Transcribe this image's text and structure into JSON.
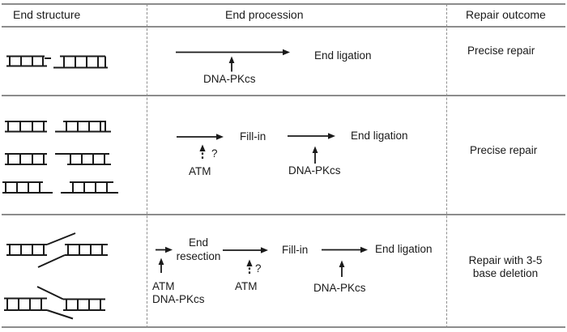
{
  "columns": {
    "end_structure": "End structure",
    "end_procession": "End procession",
    "repair_outcome": "Repair outcome"
  },
  "row1": {
    "structure_icon": "blunt-ended-dna-break",
    "end_ligation": "End ligation",
    "dna_pkcs": "DNA-PKcs",
    "outcome": "Precise repair"
  },
  "row2": {
    "structure_icon": "short-overhang-dna-breaks",
    "fill_in": "Fill-in",
    "question_mark": "?",
    "atm": "ATM",
    "end_ligation": "End ligation",
    "dna_pkcs": "DNA-PKcs",
    "outcome": "Precise repair"
  },
  "row3": {
    "structure_icon": "long-overhang-dna-breaks",
    "end_resection": "End resection",
    "atm_1": "ATM",
    "dna_pkcs_1": "DNA-PKcs",
    "question_mark": "?",
    "atm_2": "ATM",
    "fill_in": "Fill-in",
    "end_ligation": "End ligation",
    "dna_pkcs_2": "DNA-PKcs",
    "outcome": "Repair with 3-5 base deletion"
  },
  "colors": {
    "ink": "#1a1a1a",
    "rule_gray": "#8c8c8c"
  }
}
